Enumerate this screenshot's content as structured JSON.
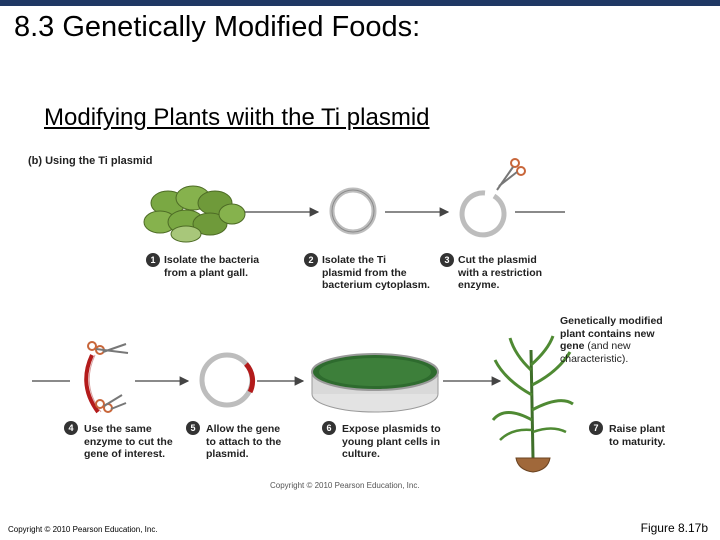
{
  "header": {
    "title": "8.3 Genetically Modified Foods:",
    "subtitle": "Modifying Plants wiith the Ti plasmid"
  },
  "diagram": {
    "panel_label": "(b) Using the Ti plasmid",
    "steps": [
      {
        "num": "1",
        "text": "Isolate the bacteria\nfrom a plant gall."
      },
      {
        "num": "2",
        "text": "Isolate the Ti\nplasmid from the\nbacterium cytoplasm."
      },
      {
        "num": "3",
        "text": "Cut the plasmid\nwith a restriction\nenzyme."
      },
      {
        "num": "4",
        "text": "Use the same\nenzyme to cut the\ngene of interest."
      },
      {
        "num": "5",
        "text": "Allow the gene\nto attach to the\nplasmid."
      },
      {
        "num": "6",
        "text": "Expose plasmids to\nyoung plant cells in\nculture."
      },
      {
        "num": "7",
        "text": "Raise plant\nto maturity."
      }
    ],
    "callout_bold": "Genetically modified\nplant contains new\ngene",
    "callout_rest": " (and new\ncharacteristic).",
    "inner_copyright": "Copyright © 2010 Pearson Education, Inc."
  },
  "footer": {
    "copyright": "Copyright © 2010 Pearson Education, Inc.",
    "figure_label": "Figure 8.17b"
  },
  "colors": {
    "header_bar": "#1f3864",
    "bacteria": "#6f9a3a",
    "plasmid": "#cfcfcf",
    "gene": "#b31b1b",
    "dish_culture": "#2e6b2e",
    "plant": "#3f6f2a",
    "scissors": "#c8663a"
  }
}
